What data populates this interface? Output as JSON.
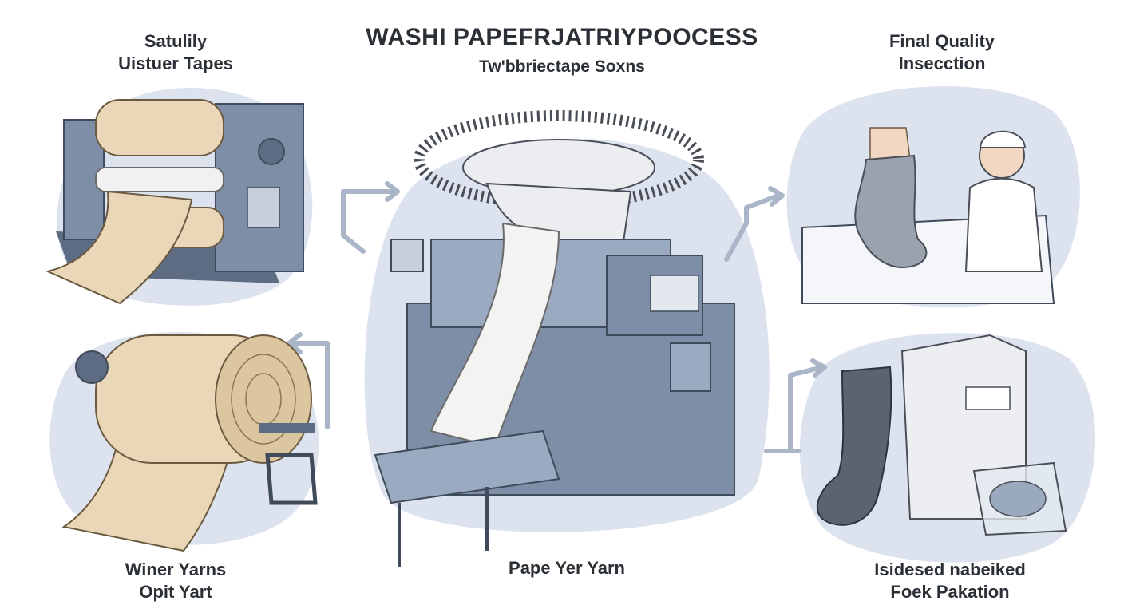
{
  "title": {
    "main": "WASHI PAPEFRJATRIYPOOCESS",
    "sub": "Tw'bbriectape Soxns"
  },
  "steps": {
    "top_left": {
      "line1": "Satulily",
      "line2": "Uistuer Tapes"
    },
    "top_right": {
      "line1": "Final Quality",
      "line2": "Insecction"
    },
    "bottom_left": {
      "line1": "Winer Yarns",
      "line2": "Opit Yart"
    },
    "bottom_center": {
      "line1": "Pape Yer Yarn"
    },
    "bottom_right": {
      "line1": "Isidesed nabeiked",
      "line2": "Foek Pakation"
    }
  },
  "icons": [
    "slitting-machine-icon",
    "paper-roll-icon",
    "knitting-machine-icon",
    "inspector-icon",
    "sock-package-icon",
    "flow-arrow-icon"
  ],
  "colors": {
    "blob": "#dde3ee",
    "machine": "#7d8ea6",
    "machine_dark": "#5d6c82",
    "paper": "#e9d7b7",
    "arrow": "#aab6c8",
    "sock_grey": "#9aa3ad",
    "sock_dark": "#5b6370"
  }
}
